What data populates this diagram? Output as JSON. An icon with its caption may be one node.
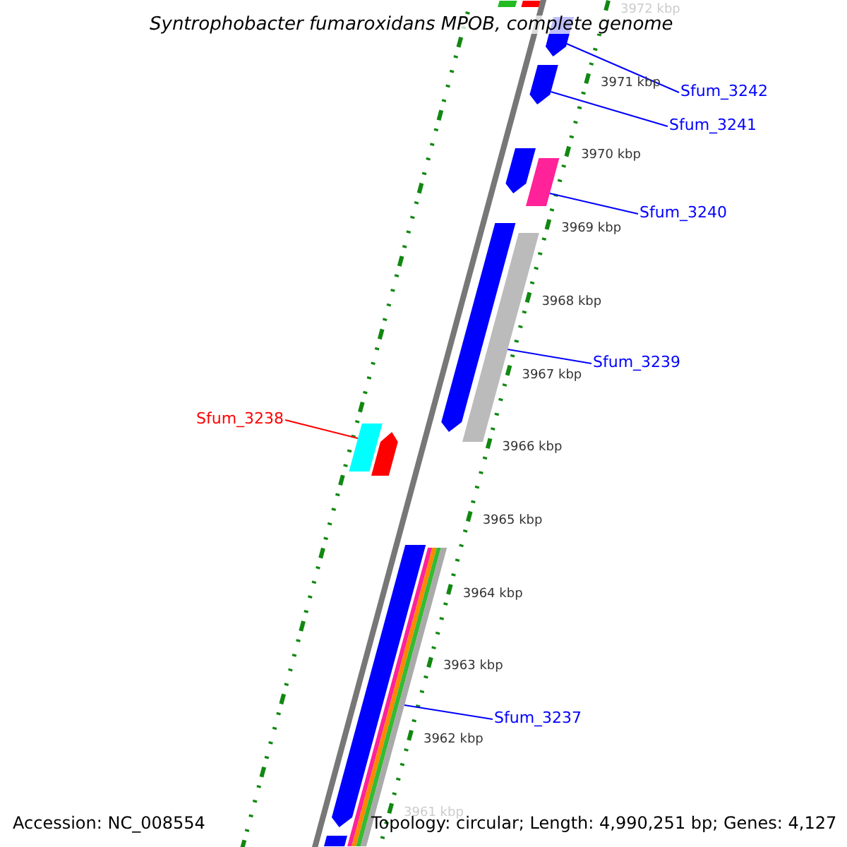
{
  "diagram": {
    "title": "Syntrophobacter fumaroxidans MPOB, complete genome",
    "nodes": [
      {
        "text": [
          "Sfum_3242"
        ]
      },
      {
        "text": [
          "Sfum_3241"
        ]
      },
      {
        "text": [
          "Sfum_3240"
        ]
      },
      {
        "text": [
          "Sfum_3239"
        ]
      },
      {
        "text": [
          "Sfum_3238"
        ]
      },
      {
        "text": [
          "Sfum_3237"
        ]
      },
      {
        "text": [],
        "shape": "bar"
      },
      {
        "text": [],
        "shape": "bar"
      },
      {
        "text": [],
        "shape": "arrow"
      },
      {
        "text": [],
        "shape": "arrow"
      },
      {
        "text": [],
        "shape": "arrow"
      },
      {
        "text": [],
        "shape": "bar"
      },
      {
        "text": [],
        "shape": "arrow"
      },
      {
        "text": [],
        "shape": "bar"
      },
      {
        "text": [],
        "shape": "bar"
      },
      {
        "text": [],
        "shape": "arrow"
      },
      {
        "text": [],
        "shape": "arrow"
      },
      {
        "text": [],
        "shape": "bar"
      },
      {
        "text": [],
        "shape": "bar"
      },
      {
        "text": [],
        "shape": "bar"
      },
      {
        "text": [],
        "shape": "bar"
      },
      {
        "text": [],
        "shape": "bar"
      }
    ],
    "edges": [
      {
        "from": 0,
        "to": 8,
        "arrow": "none"
      },
      {
        "from": 1,
        "to": 9,
        "arrow": "none"
      },
      {
        "from": 2,
        "to": 11,
        "arrow": "none"
      },
      {
        "from": 3,
        "to": 13,
        "arrow": "none"
      },
      {
        "from": 4,
        "to": 14,
        "arrow": "none",
        "color": "#ff0000"
      },
      {
        "from": 5,
        "to": 20,
        "arrow": "none"
      }
    ],
    "labels": [
      "3972 kbp",
      "3971 kbp",
      "3970 kbp",
      "3969 kbp",
      "3968 kbp",
      "3967 kbp",
      "3966 kbp",
      "3965 kbp",
      "3964 kbp",
      "3963 kbp",
      "3962 kbp",
      "3961 kbp",
      "Accession: NC_008554",
      "Topology: circular; Length: 4,990,251 bp; Genes: 4,127"
    ]
  }
}
